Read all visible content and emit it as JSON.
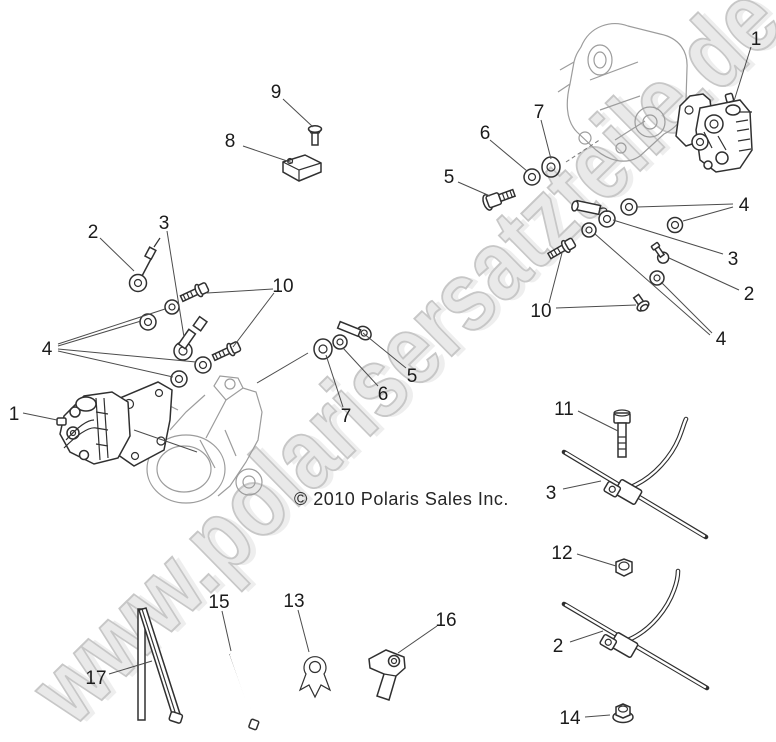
{
  "watermark": {
    "text": "www.polarisersatzteile.de",
    "fill": "#e9e9e9",
    "stroke": "#c7c7c7"
  },
  "copyright": "© 2010 Polaris Sales Inc.",
  "labels": {
    "n1": "1",
    "n2": "2",
    "n3": "3",
    "n4": "4",
    "n5": "5",
    "n6": "6",
    "n7": "7",
    "n8": "8",
    "n9": "9",
    "n10": "10",
    "n11": "11",
    "n12": "12",
    "n13": "13",
    "n14": "14",
    "n15": "15",
    "n16": "16",
    "n17": "17"
  }
}
